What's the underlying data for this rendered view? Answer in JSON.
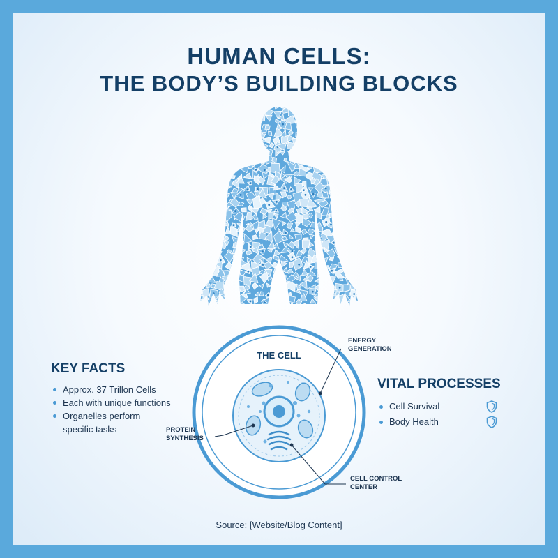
{
  "title": {
    "line1": "HUMAN CELLS:",
    "line2": "THE BODY’S BUILDING BLOCKS"
  },
  "colors": {
    "frame": "#5aa9dc",
    "accent": "#4a9ad4",
    "title": "#143f66",
    "text": "#1d3550"
  },
  "key_facts": {
    "heading": "KEY FACTS",
    "items": [
      {
        "lines": [
          "Approx. 37 Trillon Cells"
        ]
      },
      {
        "lines": [
          "Each with unique functions"
        ]
      },
      {
        "lines": [
          "Organelles perform",
          "specific tasks"
        ]
      }
    ]
  },
  "cell": {
    "title": "THE CELL",
    "callouts": {
      "energy": [
        "ENERGY",
        "GENERATION"
      ],
      "protein": [
        "PROTEIN",
        "SYNTHESIS"
      ],
      "control": [
        "CELL CONTROL",
        "CENTER"
      ]
    }
  },
  "vital_processes": {
    "heading": "VITAL PROCESSES",
    "items": [
      {
        "label": "Cell Survival",
        "icon": "shield-icon"
      },
      {
        "label": "Body Health",
        "icon": "shield-icon"
      }
    ]
  },
  "source": "Source: [Website/Blog Content]"
}
